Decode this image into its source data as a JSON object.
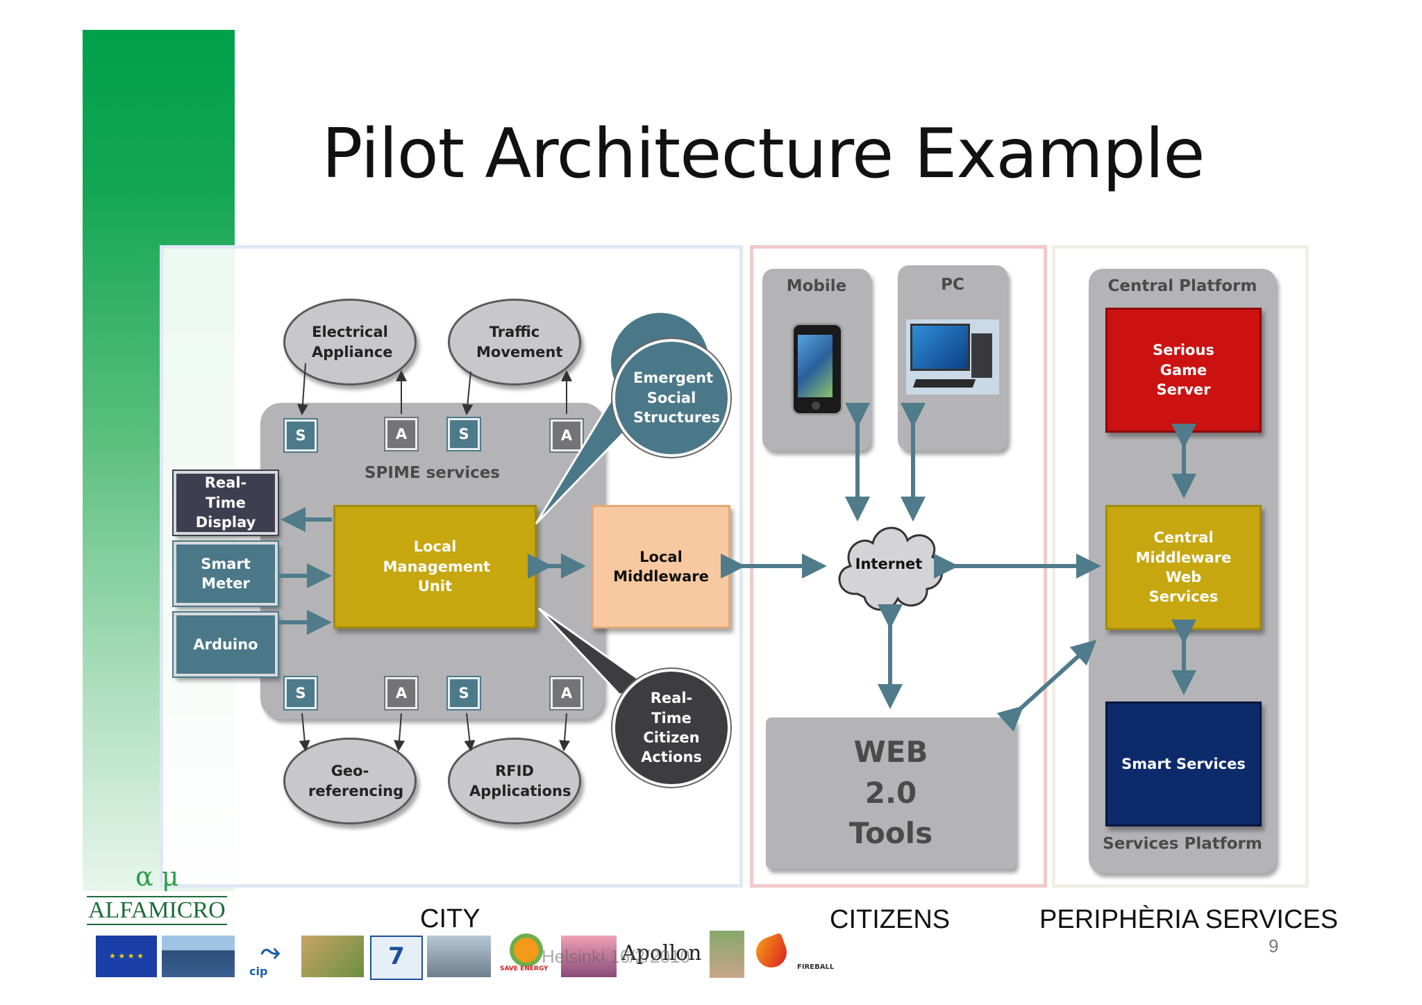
{
  "slide": {
    "title": "Pilot Architecture Example",
    "page_number": "9",
    "footer_text": "Helsinki 16/2/2010"
  },
  "regions": {
    "city": "CITY",
    "citizens": "CITIZENS",
    "periphery": "PERIPHÈRIA SERVICES"
  },
  "city": {
    "spime_label": "SPIME services",
    "top_ellipses": [
      "Electrical Appliance",
      "Traffic Movement"
    ],
    "bottom_ellipses": [
      "Geo-referencing",
      "RFID Applications"
    ],
    "markers_top": [
      "S",
      "A",
      "S",
      "A"
    ],
    "markers_bottom": [
      "S",
      "A",
      "S",
      "A"
    ],
    "devices": [
      "Real-Time Display",
      "Smart Meter",
      "Arduino"
    ],
    "local_management_unit": "Local Management Unit",
    "local_middleware": "Local Middleware",
    "callout_top": "Emergent Social Structures",
    "callout_bottom": "Real-Time Citizen Actions"
  },
  "citizens": {
    "mobile_label": "Mobile",
    "pc_label": "PC",
    "internet_label": "Internet",
    "web_tools": "WEB 2.0 Tools"
  },
  "periphery": {
    "central_platform_label": "Central Platform",
    "serious_game_server": "Serious Game Server",
    "central_middleware": "Central Middleware Web Services",
    "smart_services": "Smart Services",
    "services_platform_label": "Services Platform"
  },
  "logos": {
    "alfamicro_symbol": "α μ",
    "alfamicro_name": "ALFAMICRO",
    "cip": "cip",
    "save_energy": "SAVE ENERGY",
    "apollon": "Apollon",
    "fireball": "FIREBALL"
  },
  "colors": {
    "green_bar": "#00a04a",
    "arrow": "#4f7b8a",
    "lmu": "#c6a70f",
    "middleware": "#f8c9a0",
    "serious_game": "#cc1111",
    "smart_services": "#0d2a6b",
    "device": "#3e3e50",
    "teal": "#4a7888"
  }
}
